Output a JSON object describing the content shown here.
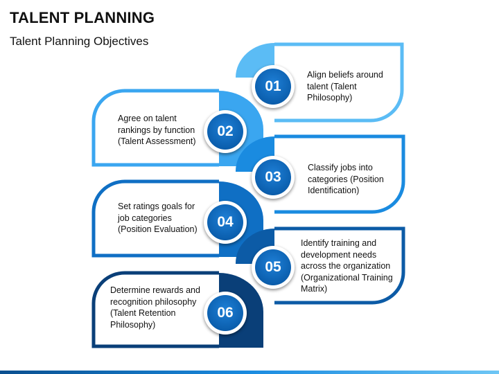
{
  "header": {
    "title": "TALENT PLANNING",
    "subtitle": "Talent Planning Objectives"
  },
  "steps": [
    {
      "number": "01",
      "text": [
        "Align beliefs around",
        "talent (Talent",
        "Philosophy)"
      ],
      "color": "#5bbcf5"
    },
    {
      "number": "02",
      "text": [
        "Agree on talent",
        "rankings by function",
        "(Talent Assessment)"
      ],
      "color": "#3aa6f0"
    },
    {
      "number": "03",
      "text": [
        "Classify jobs into",
        "categories (Position",
        "Identification)"
      ],
      "color": "#1a8be0"
    },
    {
      "number": "04",
      "text": [
        "Set ratings goals for",
        "job categories",
        "(Position Evaluation)"
      ],
      "color": "#0f6fc4"
    },
    {
      "number": "05",
      "text": [
        "Identify training and",
        "development needs",
        "across the organization",
        "(Organizational Training",
        "Matrix)"
      ],
      "color": "#0c5ba6"
    },
    {
      "number": "06",
      "text": [
        "Determine rewards and",
        "recognition philosophy",
        "(Talent Retention",
        "Philosophy)"
      ],
      "color": "#0a3f78"
    }
  ],
  "badge_color": "#0b5fae"
}
